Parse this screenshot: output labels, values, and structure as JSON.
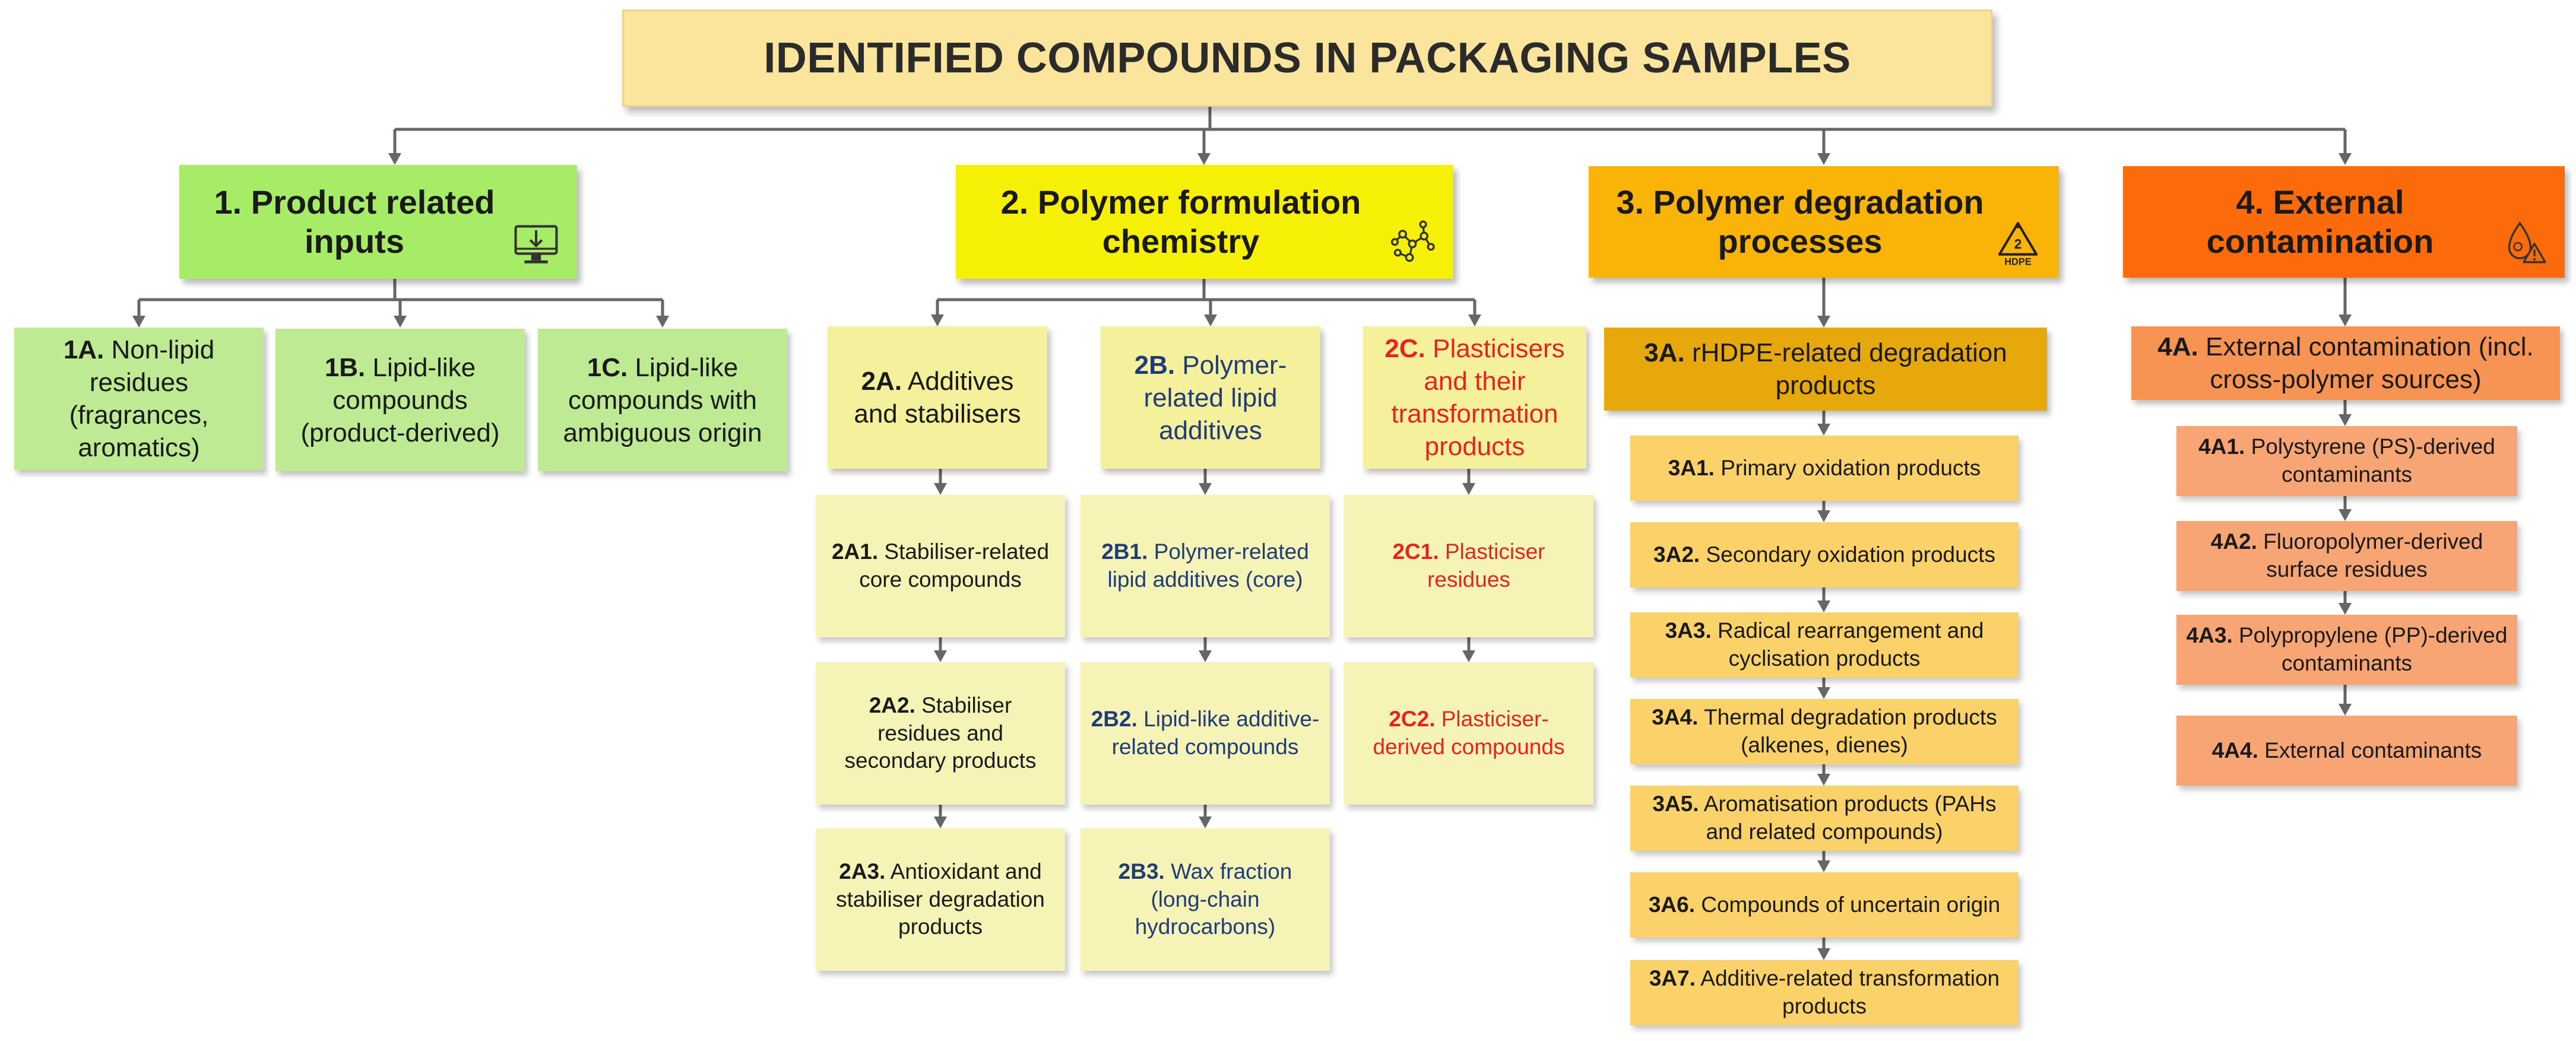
{
  "title": "IDENTIFIED COMPOUNDS IN PACKAGING SAMPLES",
  "icons": {
    "title_left": "shopping-bag-icon",
    "title_right": "food-tray-icon",
    "cat1": "monitor-download-icon",
    "cat2": "molecule-network-icon",
    "cat3": "hdpe-recycling-icon",
    "cat4": "contamination-warning-icon"
  },
  "icon_labels": {
    "hdpe_code": "2",
    "hdpe": "HDPE"
  },
  "colors": {
    "product_inputs": "#a6ec66",
    "polymer_formulation": "#f6ef06",
    "polymer_degradation": "#fab408",
    "external_contamination": "#fb6b0c",
    "additives_text": "#1f3c7a",
    "plasticisers_text": "#e8231f"
  },
  "categories": [
    {
      "label": "1. Product related inputs",
      "subs": [
        {
          "code": "1A.",
          "text": "Non-lipid residues (fragrances, aromatics)"
        },
        {
          "code": "1B.",
          "text": "Lipid-like compounds (product-derived)"
        },
        {
          "code": "1C.",
          "text": "Lipid-like compounds with ambiguous origin"
        }
      ]
    },
    {
      "label": "2. Polymer formulation chemistry",
      "subs": [
        {
          "code": "2A.",
          "text": "Additives and stabilisers",
          "items": [
            {
              "code": "2A1.",
              "text": "Stabiliser-related core compounds"
            },
            {
              "code": "2A2.",
              "text": "Stabiliser residues and secondary products"
            },
            {
              "code": "2A3.",
              "text": "Antioxidant and stabiliser degradation products"
            }
          ]
        },
        {
          "code": "2B.",
          "text": "Polymer-related lipid additives",
          "items": [
            {
              "code": "2B1.",
              "text": "Polymer-related lipid additives (core)"
            },
            {
              "code": "2B2.",
              "text": "Lipid-like additive-related compounds"
            },
            {
              "code": "2B3.",
              "text": "Wax fraction (long-chain hydrocarbons)"
            }
          ]
        },
        {
          "code": "2C.",
          "text": "Plasticisers and their transformation products",
          "items": [
            {
              "code": "2C1.",
              "text": "Plasticiser residues"
            },
            {
              "code": "2C2.",
              "text": "Plasticiser-derived compounds"
            }
          ]
        }
      ]
    },
    {
      "label": "3. Polymer degradation processes",
      "subs": [
        {
          "code": "3A.",
          "text": "rHDPE-related degradation products",
          "items": [
            {
              "code": "3A1.",
              "text": "Primary oxidation products"
            },
            {
              "code": "3A2.",
              "text": "Secondary oxidation products"
            },
            {
              "code": "3A3.",
              "text": "Radical rearrangement and cyclisation products"
            },
            {
              "code": "3A4.",
              "text": "Thermal degradation products (alkenes, dienes)"
            },
            {
              "code": "3A5.",
              "text": "Aromatisation products (PAHs and related compounds)"
            },
            {
              "code": "3A6.",
              "text": "Compounds of uncertain origin"
            },
            {
              "code": "3A7.",
              "text": "Additive-related transformation products"
            }
          ]
        }
      ]
    },
    {
      "label": "4. External contamination",
      "subs": [
        {
          "code": "4A.",
          "text": "External contamination (incl. cross-polymer sources)",
          "items": [
            {
              "code": "4A1.",
              "text": "Polystyrene (PS)-derived contaminants"
            },
            {
              "code": "4A2.",
              "text": "Fluoropolymer-derived surface residues"
            },
            {
              "code": "4A3.",
              "text": "Polypropylene (PP)-derived contaminants"
            },
            {
              "code": "4A4.",
              "text": "External contaminants"
            }
          ]
        }
      ]
    }
  ]
}
